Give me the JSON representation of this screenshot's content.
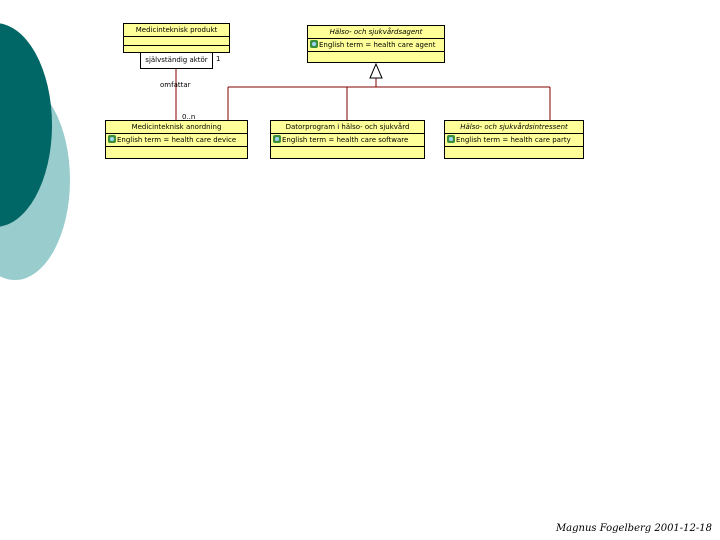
{
  "colors": {
    "class_fill": "#ffff99",
    "deco_dark": "#006666",
    "deco_light": "#99cccc"
  },
  "classes": {
    "medicinteknisk_produkt": {
      "name": "Medicinteknisk produkt"
    },
    "halso_agent": {
      "name": "Hälso- och sjukvårdsagent",
      "attribute": "English term = health care agent"
    },
    "medicinteknisk_anordning": {
      "name": "Medicinteknisk anordning",
      "attribute": "English term = health care device"
    },
    "datorprogram": {
      "name": "Datorprogram i hälso- och sjukvård",
      "attribute": "English term = health care software"
    },
    "halso_intressent": {
      "name": "Hälso- och sjukvårdsintressent",
      "attribute": "English term = health care party"
    }
  },
  "qualifier": {
    "text": "självständig aktör"
  },
  "association": {
    "role": "omfattar",
    "mult_top": "1",
    "mult_bottom": "0..n"
  },
  "icons": {
    "attribute_icon": "attribute-icon"
  },
  "footer": {
    "text": "Magnus Fogelberg 2001-12-18"
  }
}
